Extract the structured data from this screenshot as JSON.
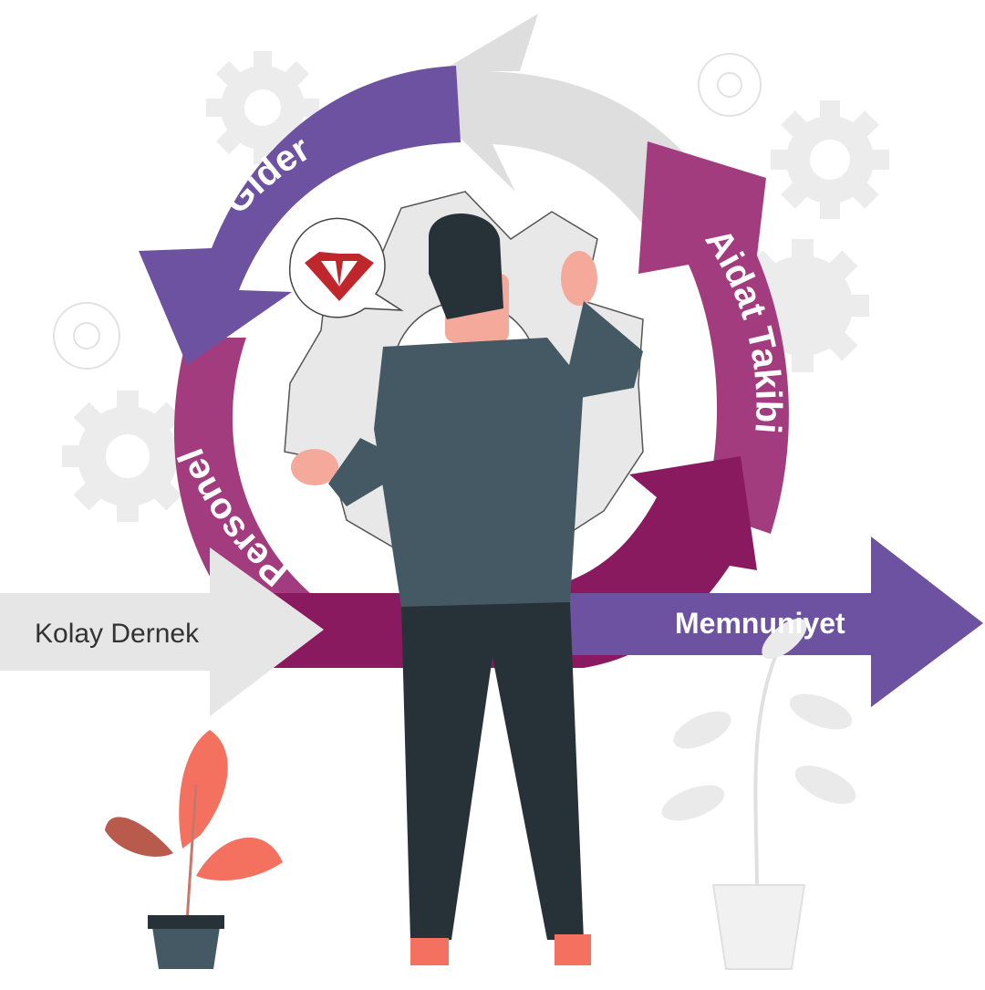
{
  "cycle": {
    "gider_label": "Gider",
    "aidat_label": "Aidat Takibi",
    "personel_label": "Personel"
  },
  "arrows": {
    "start_label": "Kolay Dernek",
    "end_label": "Memnuniyet"
  },
  "colors": {
    "purple": "#6c52a0",
    "magenta": "#a33b7f",
    "plum": "#8a1a60",
    "grey_arrow": "#dedede",
    "gear": "#ececec",
    "logo_red": "#c0272d",
    "plant": "#f47160"
  },
  "icons": [
    "gear-icon",
    "logo-icon",
    "plant-icon"
  ]
}
